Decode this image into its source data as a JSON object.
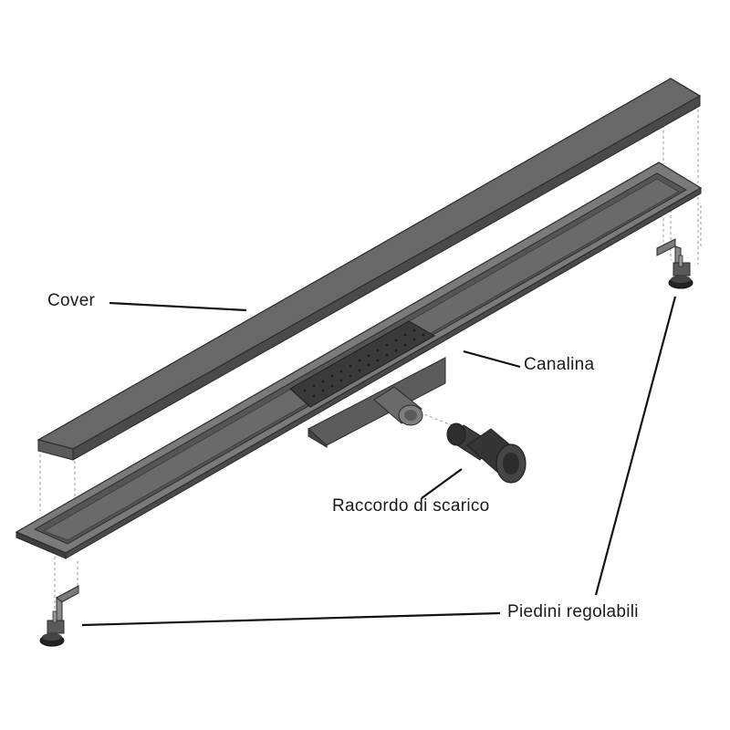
{
  "labels": {
    "cover": "Cover",
    "canalina": "Canalina",
    "raccordo": "Raccordo di scarico",
    "piedini": "Piedini regolabili"
  },
  "colors": {
    "metal_dark": "#4b4b4b",
    "metal_mid": "#6e6e6e",
    "metal_light": "#8a8a8a",
    "edge": "#2a2a2a",
    "leader": "#111111"
  }
}
